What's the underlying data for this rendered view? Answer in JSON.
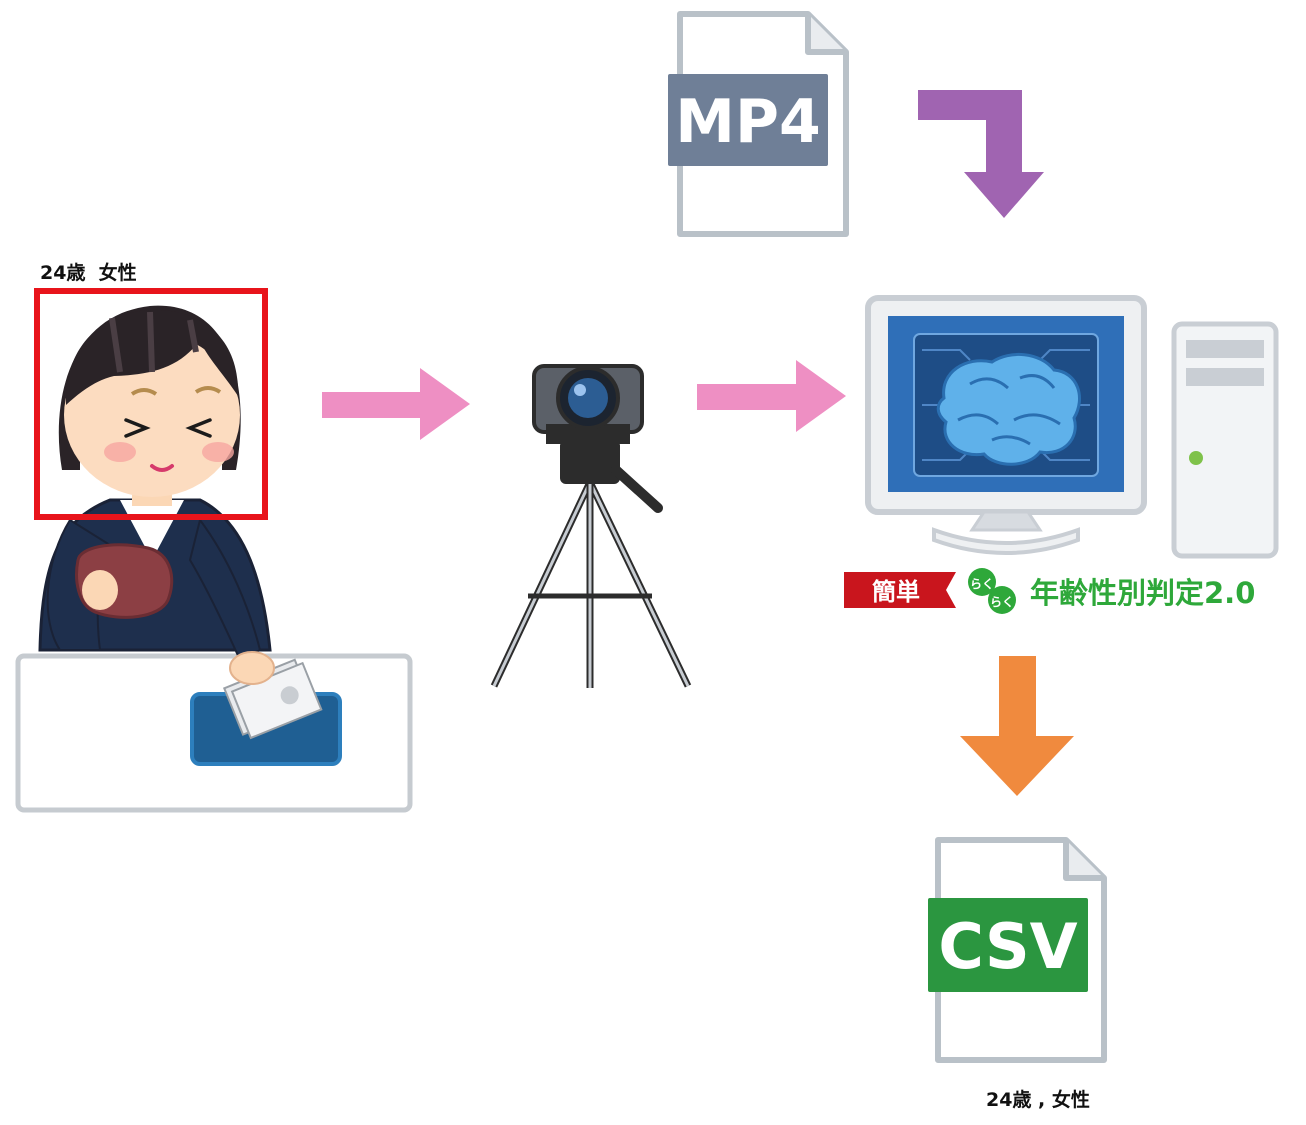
{
  "detection": {
    "face_label": "24歳  女性",
    "result_label": "24歳 , 女性"
  },
  "files": {
    "input_tag": "MP4",
    "output_tag": "CSV"
  },
  "brand": {
    "badge": "簡単",
    "kana_top": "らく",
    "kana_bottom": "らく",
    "title": "年齢性別判定2.0"
  },
  "colors": {
    "face_box": "#e8141b",
    "flow_arrow": "#ee8fc3",
    "input_arrow": "#a064b1",
    "output_arrow": "#f08a3e",
    "mp4_tag": "#6f7f97",
    "csv_tag": "#2b9640",
    "brand_red": "#c9151d",
    "brand_green": "#2ea83a",
    "monitor_screen": "#2f6fb8",
    "file_outline": "#b9c1c8"
  },
  "icons": [
    "cashier-woman-illustration",
    "video-camera-on-tripod-illustration",
    "ai-brain-computer-illustration",
    "mp4-file-icon",
    "csv-file-icon"
  ]
}
